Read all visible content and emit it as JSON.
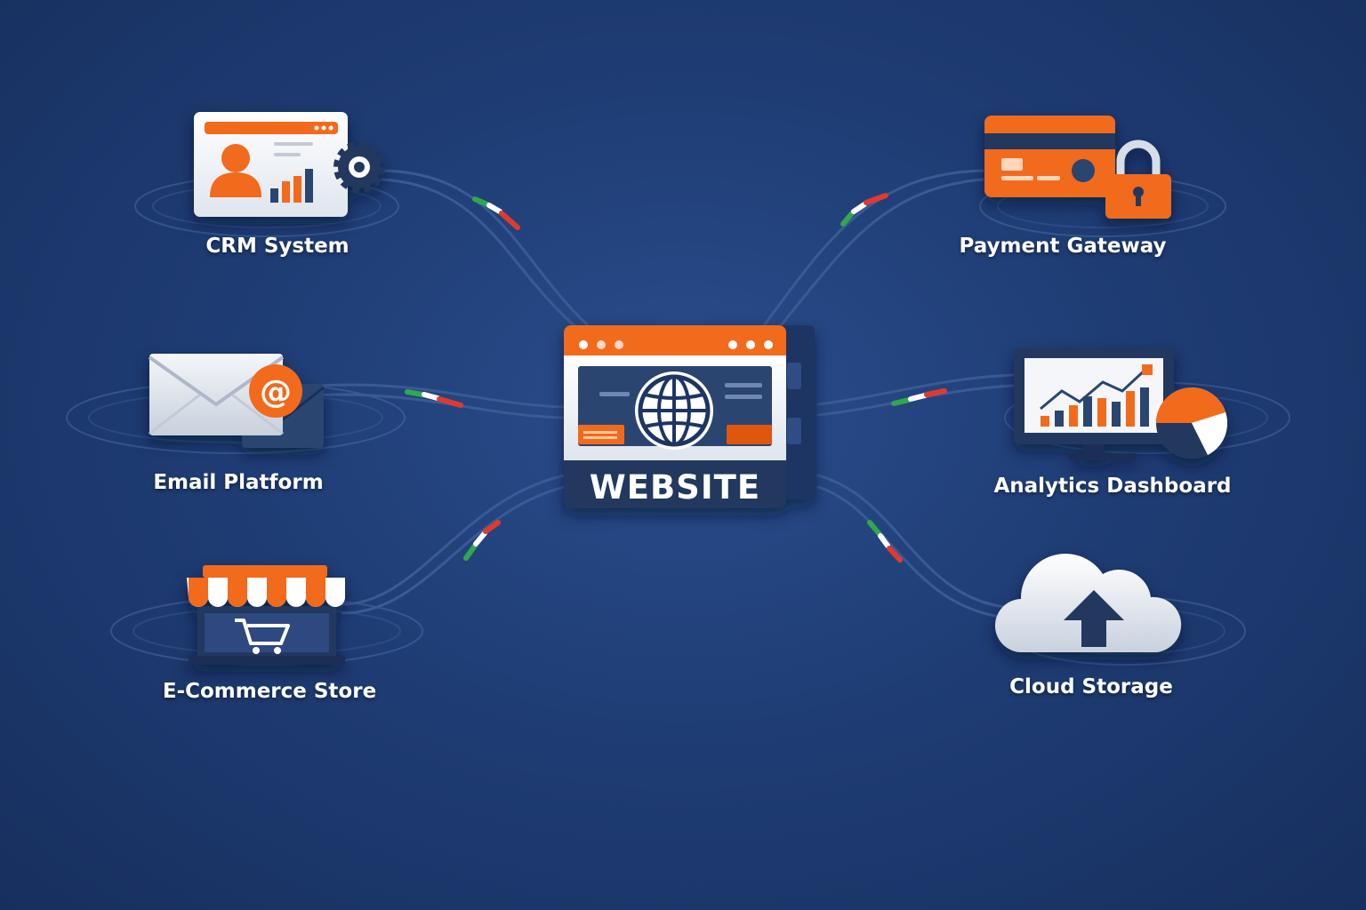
{
  "hub": {
    "label": "WEBSITE"
  },
  "nodes": [
    {
      "id": "crm",
      "label": "CRM System",
      "icon": "crm-icon"
    },
    {
      "id": "email",
      "label": "Email Platform",
      "icon": "email-icon"
    },
    {
      "id": "ecommerce",
      "label": "E-Commerce Store",
      "icon": "storefront-icon"
    },
    {
      "id": "payment",
      "label": "Payment Gateway",
      "icon": "credit-card-lock-icon"
    },
    {
      "id": "analytics",
      "label": "Analytics Dashboard",
      "icon": "analytics-monitor-icon"
    },
    {
      "id": "cloud",
      "label": "Cloud Storage",
      "icon": "cloud-upload-icon"
    }
  ],
  "colors": {
    "background": "#1f3d75",
    "accent": "#f26a1b",
    "panel": "#2b4470",
    "connector_green": "#2fa84f",
    "connector_red": "#e03a2f",
    "line": "#3d5d97"
  }
}
